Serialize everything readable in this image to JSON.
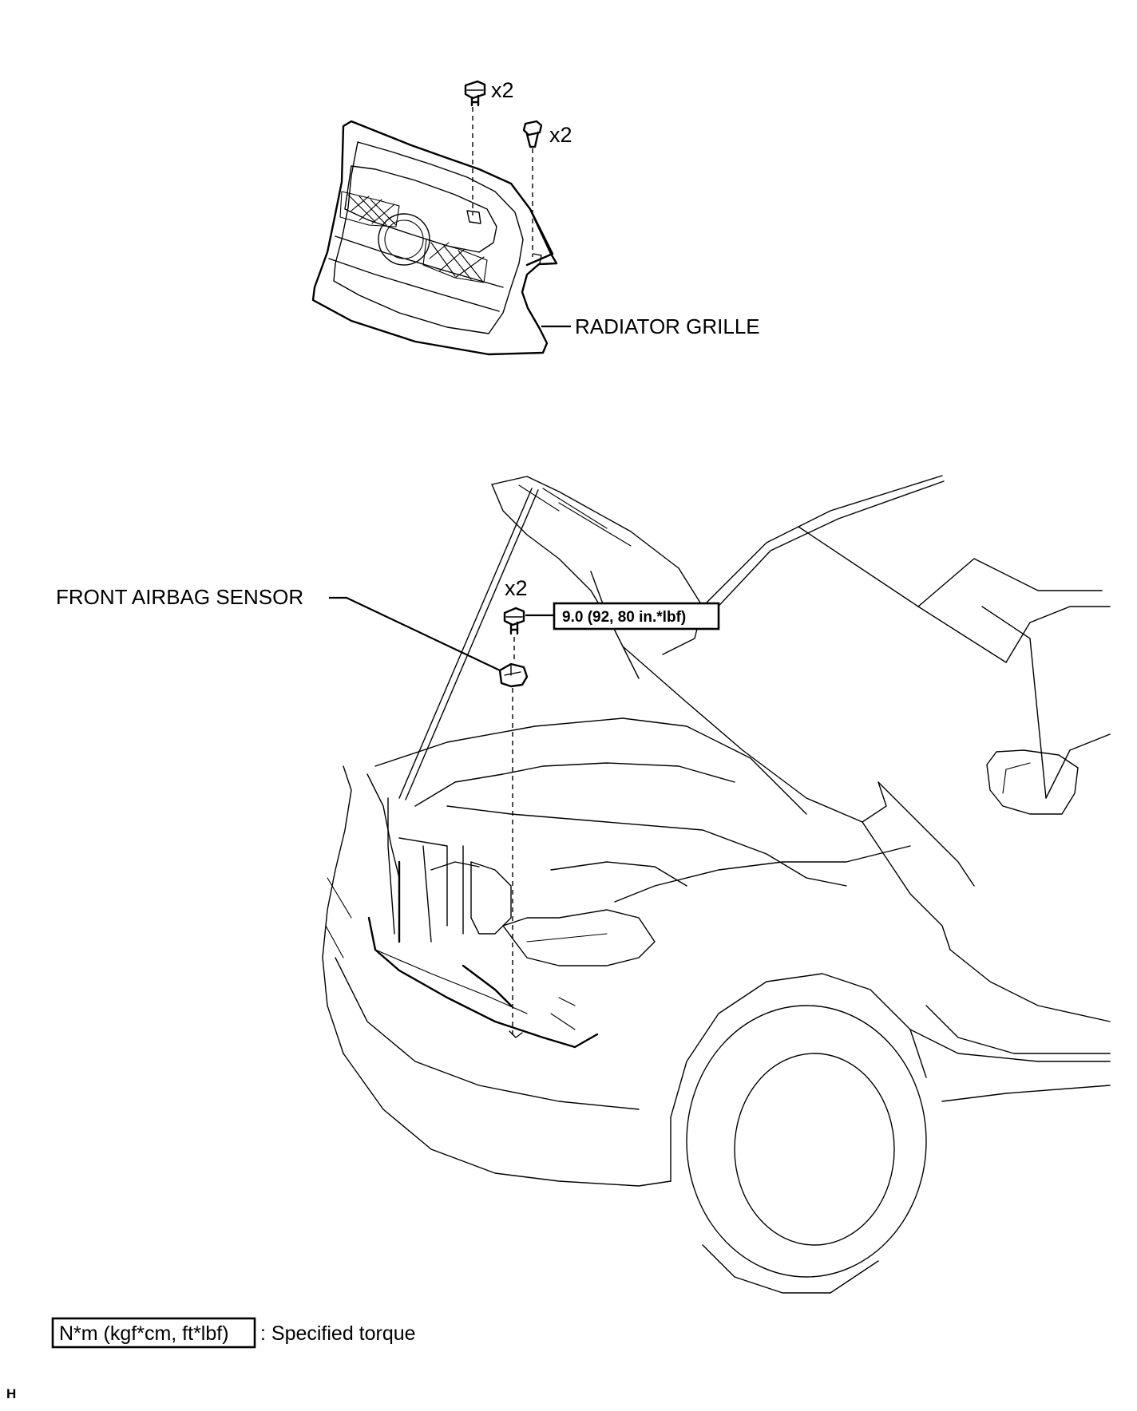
{
  "labels": {
    "radiator_grille": "RADIATOR GRILLE",
    "front_airbag_sensor": "FRONT AIRBAG SENSOR"
  },
  "quantities": {
    "grille_bolt": "x2",
    "grille_clip": "x2",
    "sensor_bolt": "x2"
  },
  "torque_spec": {
    "sensor_bolt": "9.0 (92, 80 in.*lbf)"
  },
  "legend": {
    "key_box": "N*m (kgf*cm, ft*lbf)",
    "description": ": Specified torque"
  },
  "corner_letter": "H"
}
